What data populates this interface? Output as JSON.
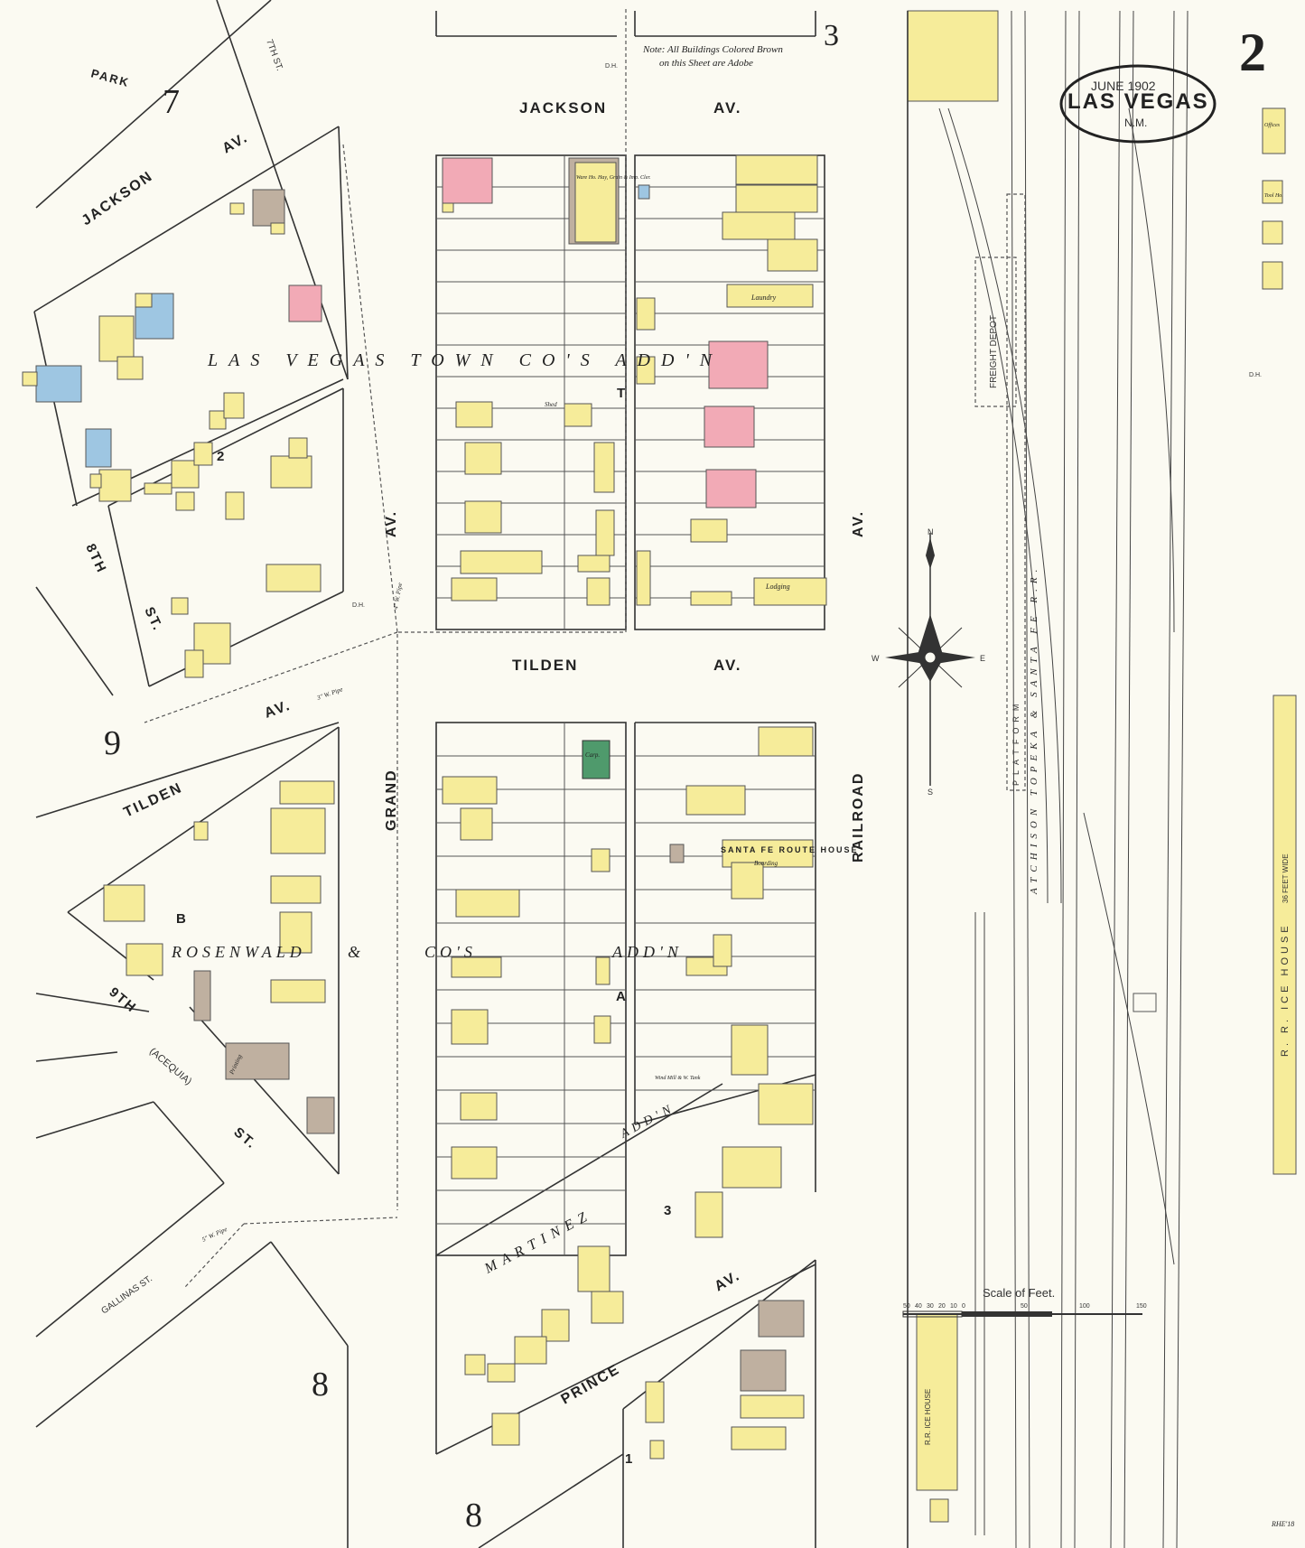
{
  "sheet": {
    "number": "2",
    "title_date": "JUNE 1902",
    "title_city": "LAS VEGAS",
    "title_state": "N.M.",
    "note_line1": "Note: All Buildings Colored Brown",
    "note_line2": "on this Sheet are Adobe",
    "adjacent_sheet_top": "3",
    "scale_label": "Scale of Feet.",
    "scale_ticks": [
      "50",
      "40",
      "30",
      "20",
      "10",
      "0",
      "50",
      "100",
      "150"
    ],
    "corner_mark": "RHE'18"
  },
  "streets": {
    "jackson_av_left": "JACKSON",
    "jackson_av_left_av": "AV.",
    "jackson_top": "JACKSON",
    "jackson_top_av": "AV.",
    "tilden_mid": "TILDEN",
    "tilden_mid_av": "AV.",
    "tilden_left": "TILDEN",
    "tilden_left_av": "AV.",
    "grand": "GRAND",
    "grand_av": "AV.",
    "railroad": "RAILROAD",
    "railroad_av": "AV.",
    "prince": "PRINCE",
    "prince_av": "AV.",
    "eighth_st": "8TH",
    "eighth_st2": "ST.",
    "ninth_st": "9TH",
    "ninth_st2": "ST.",
    "acequia": "(ACEQUIA)",
    "gallinas": "GALLINAS ST.",
    "seventh_st": "7TH ST.",
    "park": "PARK"
  },
  "additions": {
    "town_co_letters": [
      "L",
      "A",
      "S",
      "V",
      "E",
      "G",
      "A",
      "S",
      "T",
      "O",
      "W",
      "N",
      "C",
      "O",
      "'S",
      "A",
      "D",
      "D",
      "'N"
    ],
    "town_co": "LAS VEGAS TOWN CO'S ADD'N",
    "rosenwald": "ROSENWALD",
    "rosenwald_amp": "&",
    "rosenwald_cos": "CO'S",
    "rosenwald_addn": "ADD'N",
    "martinez": "MARTINEZ",
    "martinez_addn": "ADD'N"
  },
  "adjacent_sheets": {
    "s7": "7",
    "s9": "9",
    "s8a": "8",
    "s8b": "8"
  },
  "block_labels": {
    "b2": "2",
    "t": "T",
    "a": "A",
    "b": "B",
    "b3": "3",
    "b1": "1"
  },
  "railway": {
    "line_name": "ATCHISON TOPEKA & SANTA FE R.R.",
    "freight_depot": "FREIGHT DEPOT",
    "platform": "PLATFORM",
    "ice_house_right": "R. R. ICE HOUSE",
    "ice_house_right_dims": "36 FEET WIDE",
    "ice_house_bottom": "R.R. ICE HOUSE"
  },
  "buildings": {
    "warehouse": "Ware Ho. Hay, Grain & Imp. Cler.",
    "laundry": "Laundry",
    "lodging": "Lodging",
    "santa_fe": "SANTA FE ROUTE HOUSE",
    "boarding": "Boarding",
    "carpenter": "Carp.",
    "wind_mill": "Wind Mill & W. Tank",
    "dh": "D.H.",
    "shed": "Shed",
    "printing": "Printing",
    "offices": "Offices",
    "tool_ho": "Tool Ho."
  },
  "compass": {
    "n": "N",
    "s": "S",
    "e": "E",
    "w": "W"
  },
  "pipes": {
    "p1": "4\" W. Pipe",
    "p2": "3\" W. Pipe",
    "p3": "5\" W. Pipe"
  },
  "colors": {
    "paper": "#fbfaf2",
    "frame": "#f6ec9a",
    "brick": "#f2aab6",
    "stone": "#9ec6e2",
    "adobe": "#bfb0a0",
    "special": "#4f9a6c"
  }
}
